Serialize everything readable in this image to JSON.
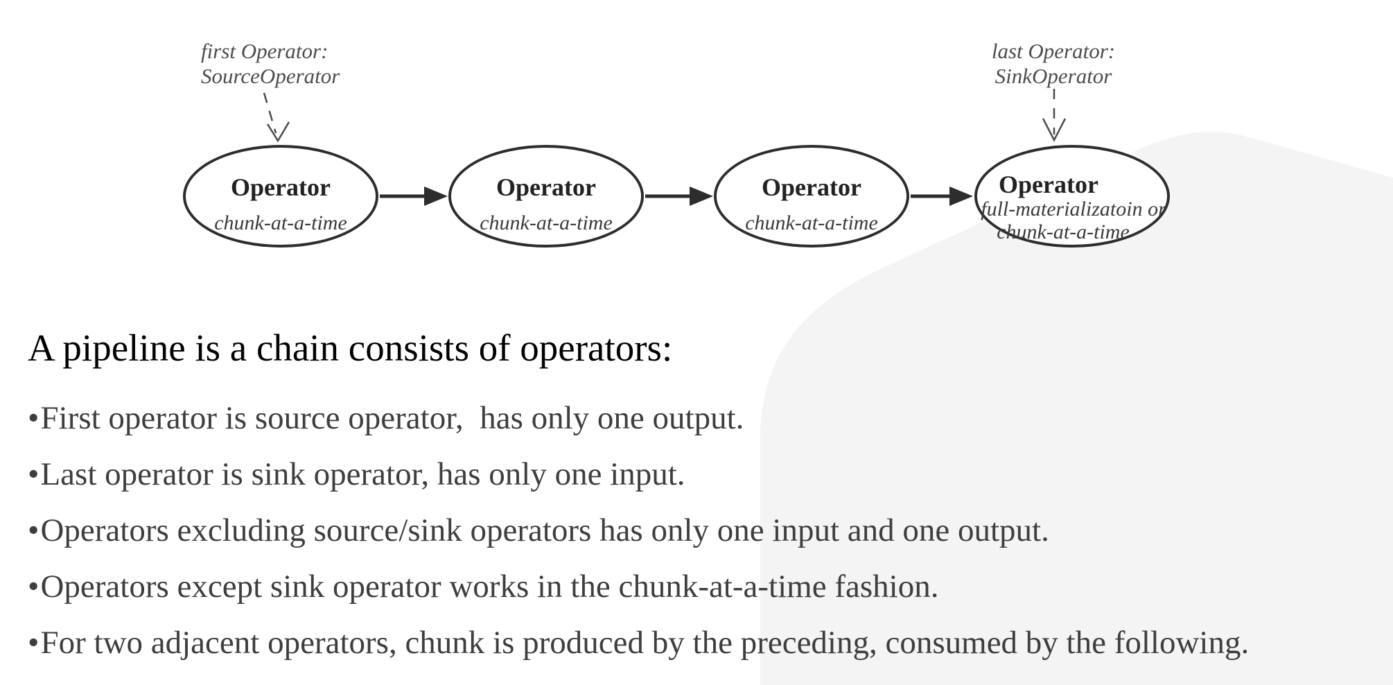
{
  "slide": {
    "heading": "A pipeline is a chain consists of operators:",
    "bullet_marker": "•",
    "bullets": [
      "First operator is source operator,  has only one output.",
      "Last operator is sink operator, has only one input.",
      "Operators excluding source/sink operators has only one input and one output.",
      "Operators except sink operator works in the chunk-at-a-time fashion.",
      "For two adjacent operators, chunk is produced by the preceding, consumed by the following."
    ]
  },
  "diagram": {
    "annotations": {
      "first": {
        "line1": "first Operator:",
        "line2": "SourceOperator"
      },
      "last": {
        "line1": "last Operator:",
        "line2": "SinkOperator"
      }
    },
    "nodes": [
      {
        "title": "Operator",
        "subtitle": "chunk-at-a-time"
      },
      {
        "title": "Operator",
        "subtitle": "chunk-at-a-time"
      },
      {
        "title": "Operator",
        "subtitle": "chunk-at-a-time"
      },
      {
        "title": "Operator",
        "subtitle1": "full-materializatoin or",
        "subtitle2": "chunk-at-a-time"
      }
    ]
  },
  "colors": {
    "background": "#ffffff",
    "blob": "#f4f4f5",
    "diagram_ink": "#2d2d2d",
    "annotation_text": "#4c4c4c",
    "heading_text": "#000000",
    "body_text": "#3e3e3e"
  }
}
